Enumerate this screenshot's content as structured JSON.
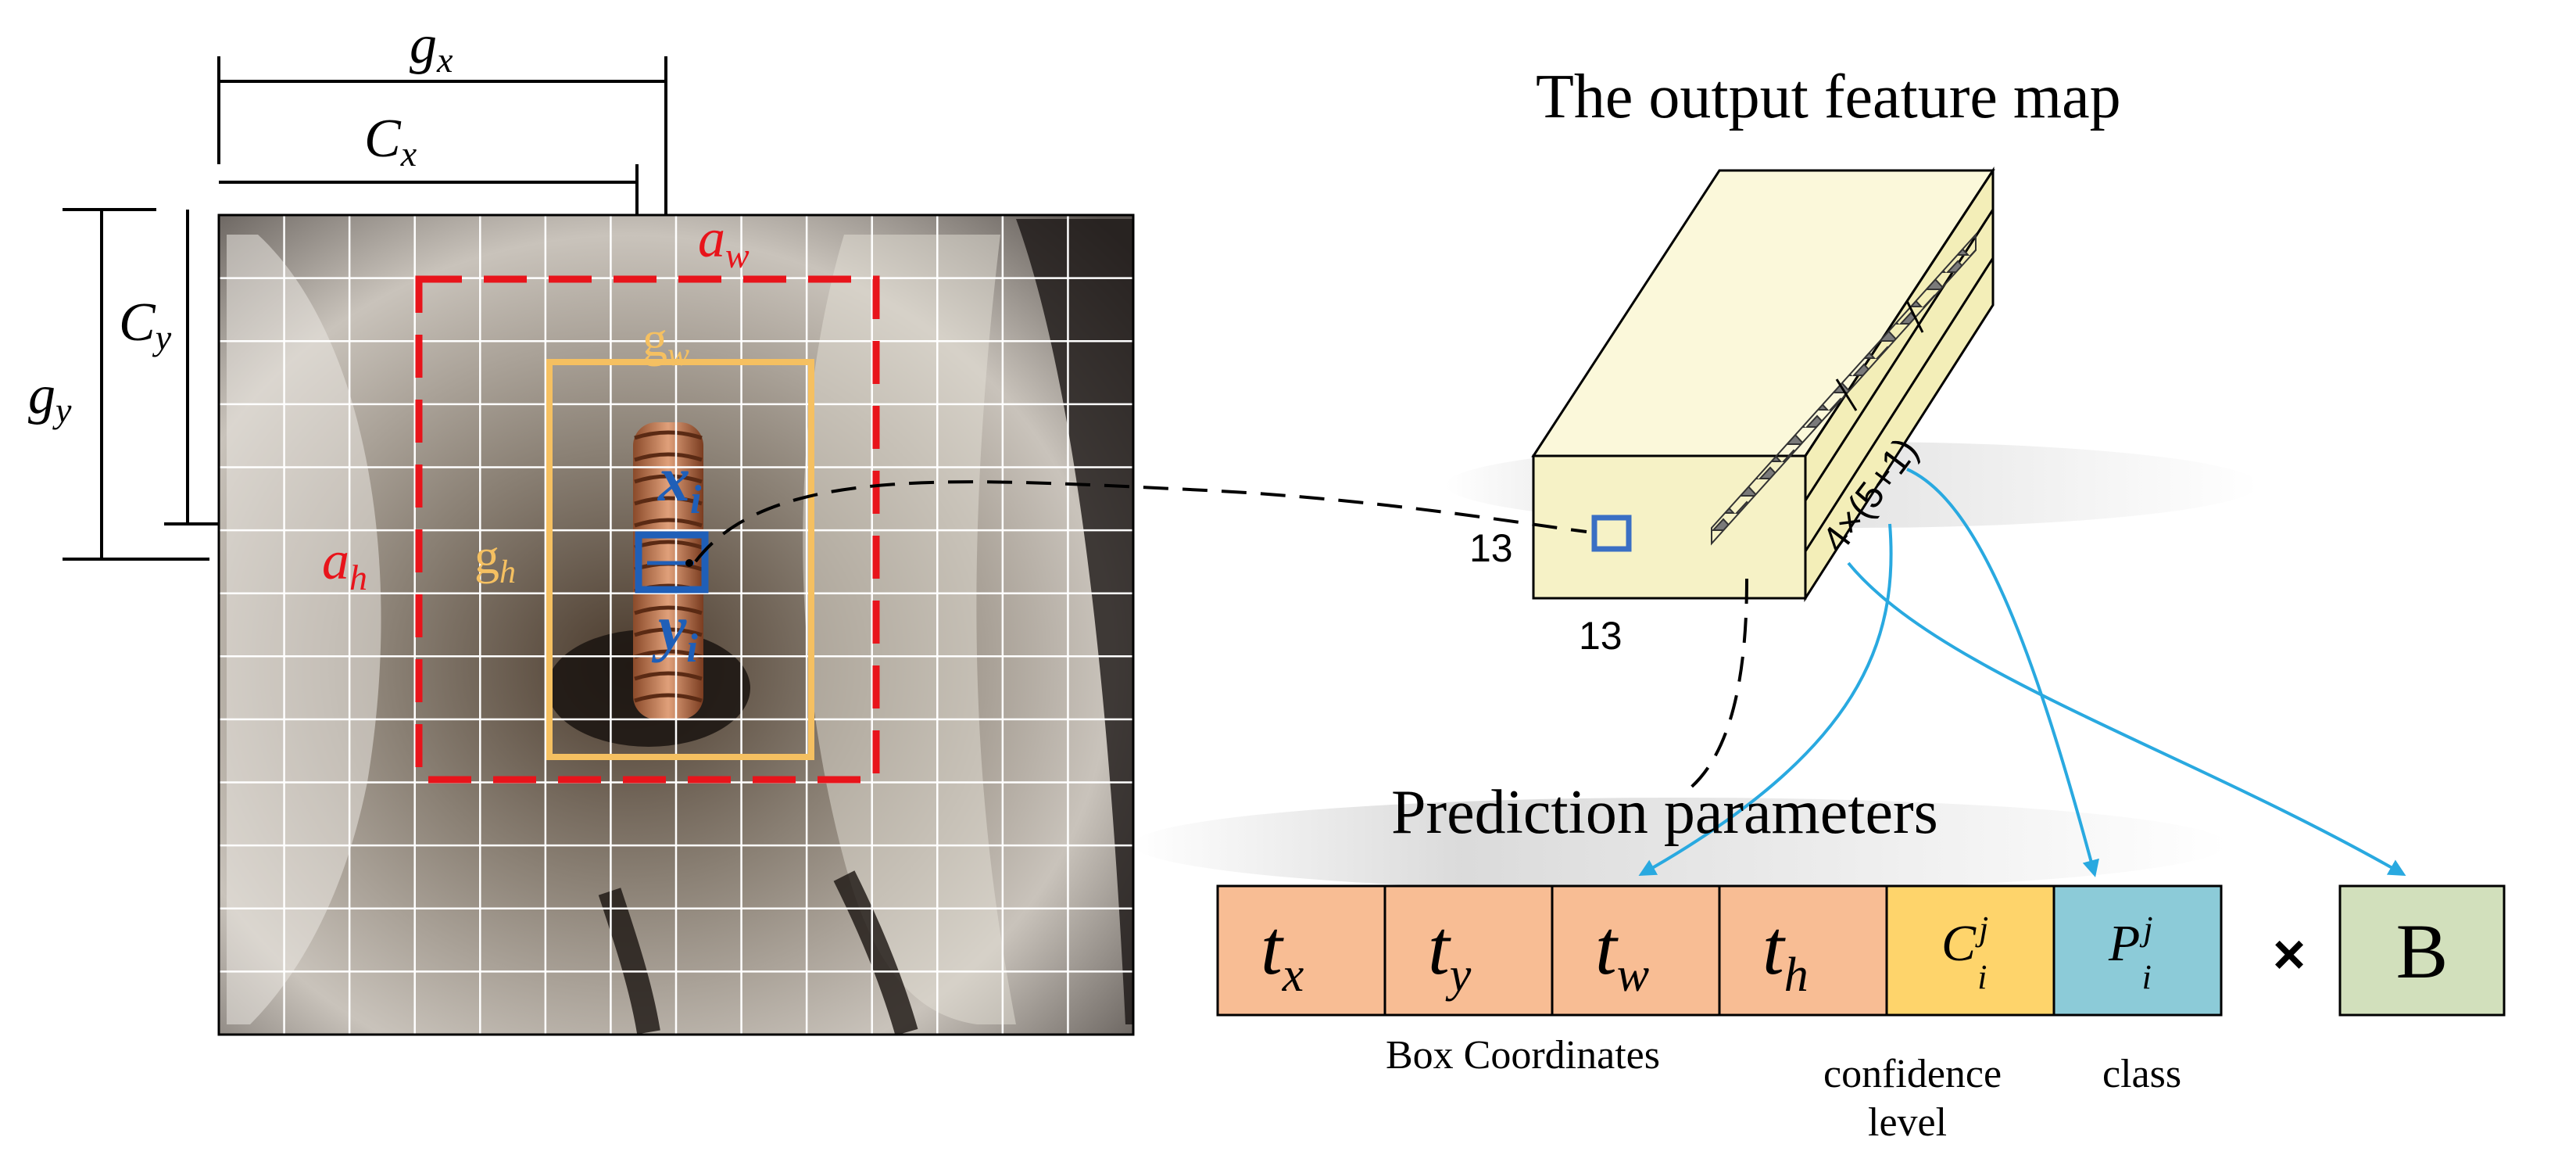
{
  "left_panel": {
    "labels": {
      "gx": "g",
      "gx_sub": "x",
      "cx": "C",
      "cx_sub": "x",
      "cy": "C",
      "cy_sub": "y",
      "gy": "g",
      "gy_sub": "y",
      "aw": "a",
      "aw_sub": "w",
      "ah": "a",
      "ah_sub": "h",
      "gw": "g",
      "gw_sub": "w",
      "gh": "g",
      "gh_sub": "h",
      "xi": "x",
      "xi_sub": "i",
      "yi": "y",
      "yi_sub": "i"
    },
    "colors": {
      "anchor_box": "#e8141b",
      "ground_truth_box": "#f5c061",
      "center_cell": "#1f5fb8",
      "grid_line": "#ffffff"
    }
  },
  "feature_map": {
    "title": "The output feature map",
    "height_label": "13",
    "width_label": "13",
    "depth_label": "4×(5+1)",
    "colors": {
      "front": "#f6f2c6",
      "top": "#fbf8da",
      "side": "#f3eeb8",
      "cell_marker": "#3a6fc4",
      "arrow": "#29a9e0"
    }
  },
  "prediction": {
    "title": "Prediction parameters",
    "cells": [
      {
        "main": "t",
        "sub": "x",
        "sup": "",
        "color": "#f8bd94"
      },
      {
        "main": "t",
        "sub": "y",
        "sup": "",
        "color": "#f8bd94"
      },
      {
        "main": "t",
        "sub": "w",
        "sup": "",
        "color": "#f8bd94"
      },
      {
        "main": "t",
        "sub": "h",
        "sup": "",
        "color": "#f8bd94"
      },
      {
        "main": "C",
        "sub": "i",
        "sup": "j",
        "color": "#fed46b"
      },
      {
        "main": "P",
        "sub": "i",
        "sup": "j",
        "color": "#8ccbd8"
      }
    ],
    "times": "×",
    "b_label": "B",
    "b_color": "#d2e0bc",
    "captions": {
      "box_coordinates": "Box Coordinates",
      "confidence_line1": "confidence",
      "confidence_line2": "level",
      "class": "class"
    }
  }
}
